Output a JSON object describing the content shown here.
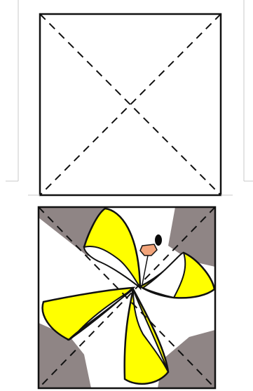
{
  "colors": {
    "background": "#ffffff",
    "line": "#111111",
    "faint_frame": "#c8c8c8",
    "corner_shade": "#8f8585",
    "blade_fill": "#ffff00",
    "blade_inner": "#ffffff",
    "pin_head": "#0a0a0a",
    "pin_base": "#f2a47a"
  },
  "diagram": {
    "steps": [
      {
        "id": "square-with-diagonals",
        "shape": "square",
        "diagonals": "dashed"
      },
      {
        "id": "pinwheel",
        "shape": "square",
        "diagonals": "dashed",
        "blades": 4,
        "pin": true,
        "shaded_corner_triangles": 4
      }
    ]
  }
}
